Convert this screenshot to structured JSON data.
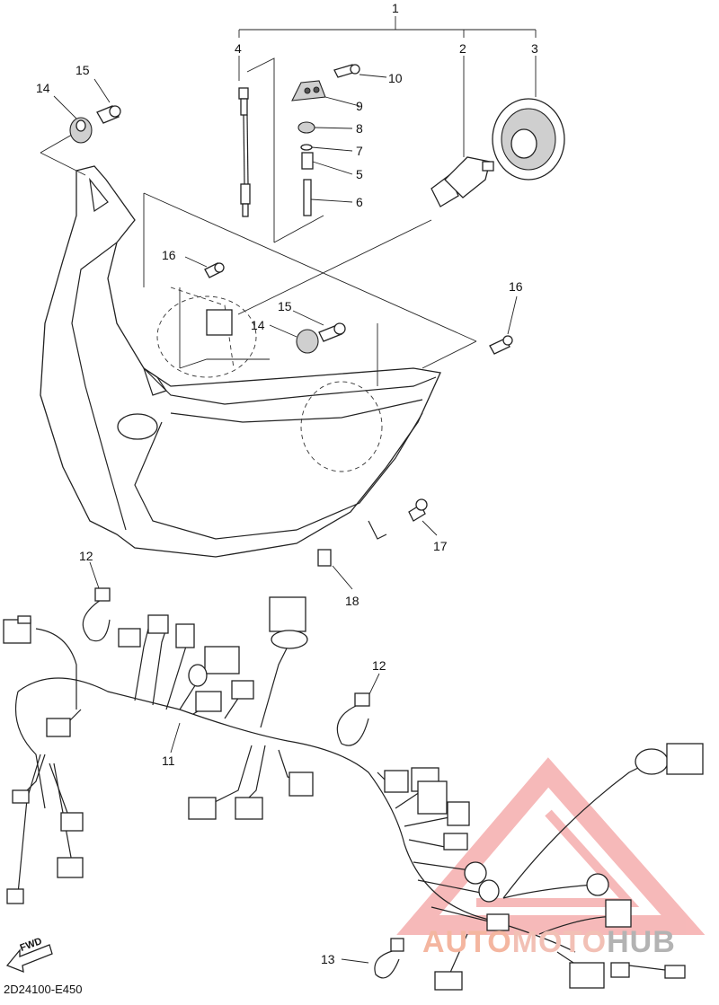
{
  "diagram": {
    "callouts": [
      "1",
      "2",
      "3",
      "4",
      "5",
      "6",
      "7",
      "8",
      "9",
      "10",
      "11",
      "12",
      "12",
      "13",
      "14",
      "14",
      "15",
      "15",
      "16",
      "16",
      "17",
      "18"
    ],
    "code": "2D24100-E450",
    "fwd_label": "FWD"
  },
  "watermark": {
    "part_a": "AUTO",
    "part_b": "MOTO",
    "part_c": "HUB",
    "color_triangle": "#f08080",
    "color_text": "#f4b6a0"
  }
}
